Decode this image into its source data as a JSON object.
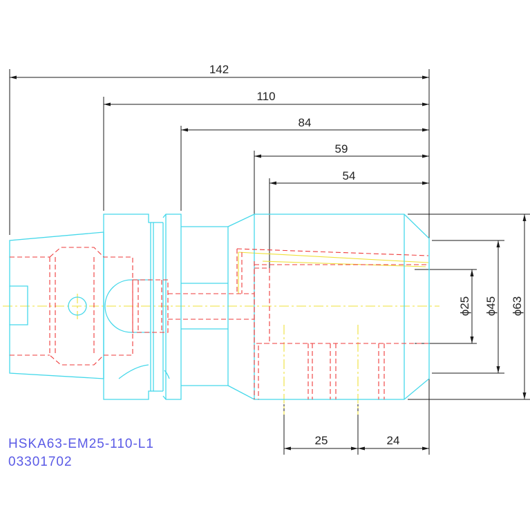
{
  "dimensions": {
    "overall_length": "142",
    "length_110": "110",
    "length_84": "84",
    "length_59": "59",
    "length_54": "54",
    "clamp_25": "25",
    "clamp_24": "24",
    "diameter_25": "ϕ25",
    "diameter_45": "ϕ45",
    "diameter_63": "ϕ63"
  },
  "title": {
    "part_number": "HSKA63-EM25-110-L1",
    "drawing_number": "03301702"
  },
  "colors": {
    "outline": "#45d8ea",
    "hidden": "#ee3a3a",
    "center": "#efe13a",
    "dimension": "#1a1a1a",
    "title": "#5a5ae6"
  }
}
